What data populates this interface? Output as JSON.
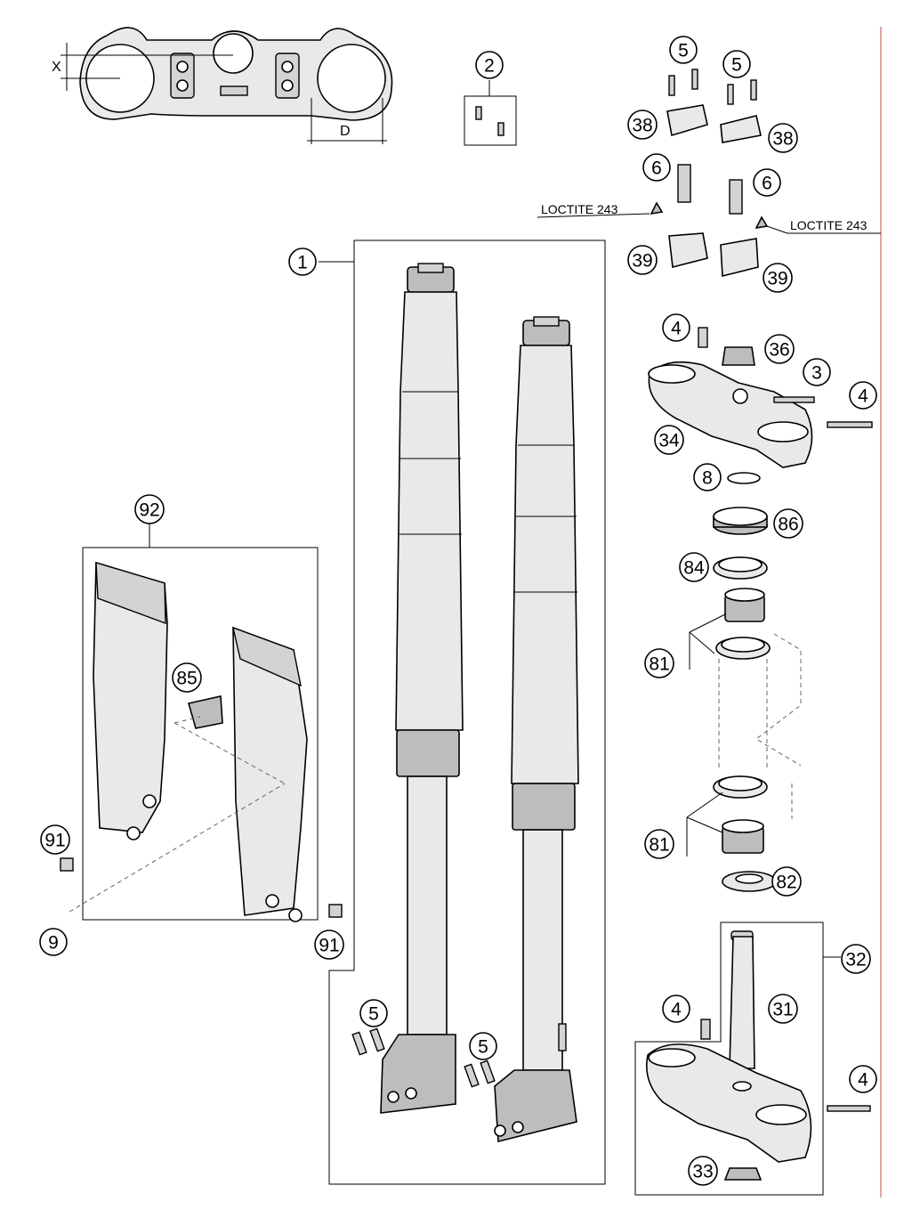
{
  "dimension_labels": {
    "x": "X",
    "d": "D"
  },
  "threadlocker_note": "LOCTITE 243",
  "callouts": {
    "fork_assembly": "1",
    "screw_set_top": "2",
    "screw_clamp": "3",
    "screw_m8": "4",
    "screw_m6": "5",
    "screw_handlebar": "6",
    "o_ring": "8",
    "screw_guard": "9",
    "steering_stem": "31",
    "lower_triple_clamp_set": "32",
    "stem_nut": "33",
    "upper_triple_clamp": "34",
    "top_cap": "36",
    "handlebar_clamp_upper": "38",
    "handlebar_clamp_lower": "39",
    "bearing_set": "81",
    "dust_seal": "82",
    "bearing_race": "84",
    "brake_line_guide": "85",
    "seal_ring": "86",
    "fork_guard_screw": "91",
    "fork_protector_set": "92"
  }
}
